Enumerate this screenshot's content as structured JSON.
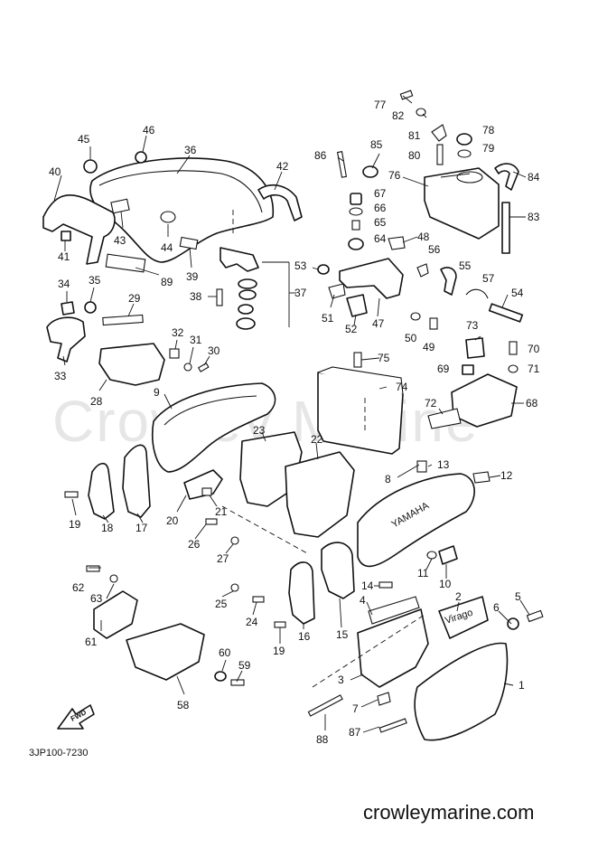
{
  "watermark": "Crowley Marine",
  "diagram_code": "3JP100-7230",
  "website": "crowleymarine.com",
  "fwd_label": "FWD",
  "brand_marking": "YAMAHA",
  "cover_badge": "Virago",
  "callouts": [
    "1",
    "2",
    "3",
    "4",
    "5",
    "6",
    "7",
    "8",
    "9",
    "10",
    "11",
    "12",
    "13",
    "14",
    "15",
    "16",
    "17",
    "18",
    "19",
    "19",
    "20",
    "21",
    "22",
    "23",
    "24",
    "25",
    "26",
    "27",
    "28",
    "29",
    "30",
    "31",
    "32",
    "33",
    "34",
    "35",
    "36",
    "37",
    "38",
    "39",
    "40",
    "41",
    "42",
    "43",
    "44",
    "45",
    "46",
    "47",
    "48",
    "49",
    "50",
    "51",
    "52",
    "53",
    "54",
    "55",
    "56",
    "57",
    "58",
    "59",
    "60",
    "61",
    "62",
    "63",
    "64",
    "65",
    "66",
    "67",
    "68",
    "69",
    "70",
    "71",
    "72",
    "73",
    "74",
    "75",
    "76",
    "77",
    "78",
    "79",
    "80",
    "81",
    "82",
    "83",
    "84",
    "85",
    "86",
    "87",
    "88",
    "89"
  ]
}
